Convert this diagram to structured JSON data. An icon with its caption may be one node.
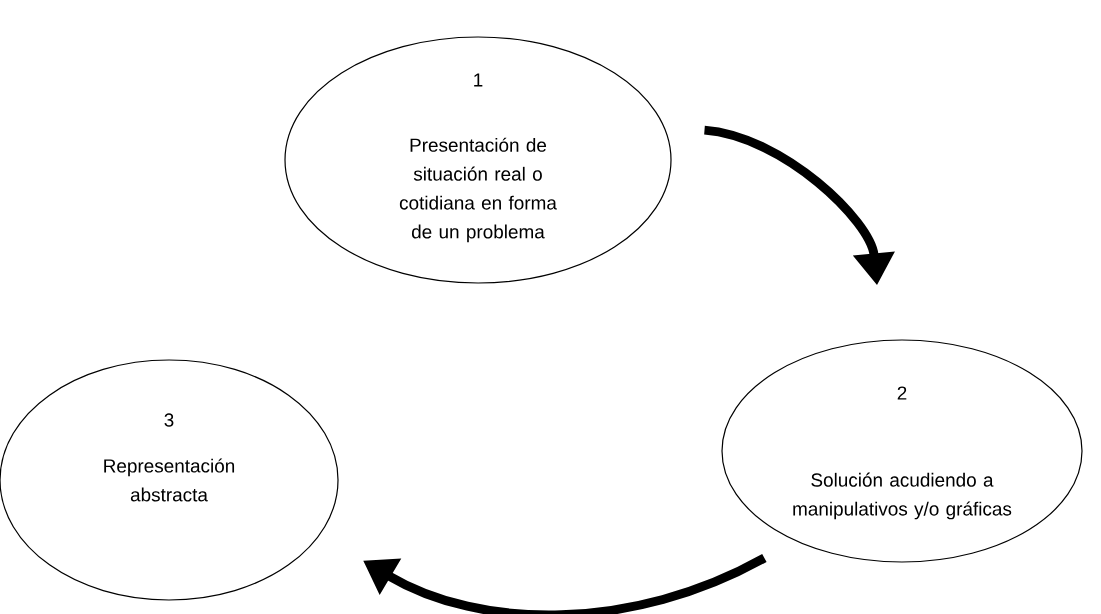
{
  "diagram": {
    "nodes": [
      {
        "text": [
          "1",
          "Presentación de situación real o cotidiana en forma de un problema"
        ]
      },
      {
        "text": [
          "2",
          "Solución acudiendo a manipulativos y/o gráficas"
        ]
      },
      {
        "text": [
          "3",
          "Representación abstracta"
        ]
      }
    ],
    "edges": [
      {
        "from": 0,
        "to": 1,
        "arrow": "to"
      },
      {
        "from": 1,
        "to": 2,
        "arrow": "to"
      }
    ]
  }
}
